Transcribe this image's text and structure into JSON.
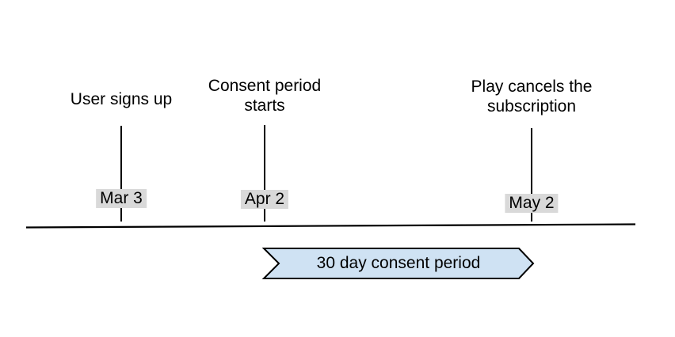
{
  "diagram": {
    "type": "timeline",
    "background": "#ffffff",
    "axis_color": "#000000",
    "text_color": "#000000",
    "date_badge_bg": "#d9d9d9"
  },
  "milestones": [
    {
      "title": "User signs up",
      "date": "Mar 3"
    },
    {
      "title": "Consent period\nstarts",
      "date": "Apr 2"
    },
    {
      "title": "Play cancels the\nsubscription",
      "date": "May 2"
    }
  ],
  "banner": {
    "label": "30 day consent period",
    "fill": "#cfe2f3",
    "border": "#000000"
  }
}
